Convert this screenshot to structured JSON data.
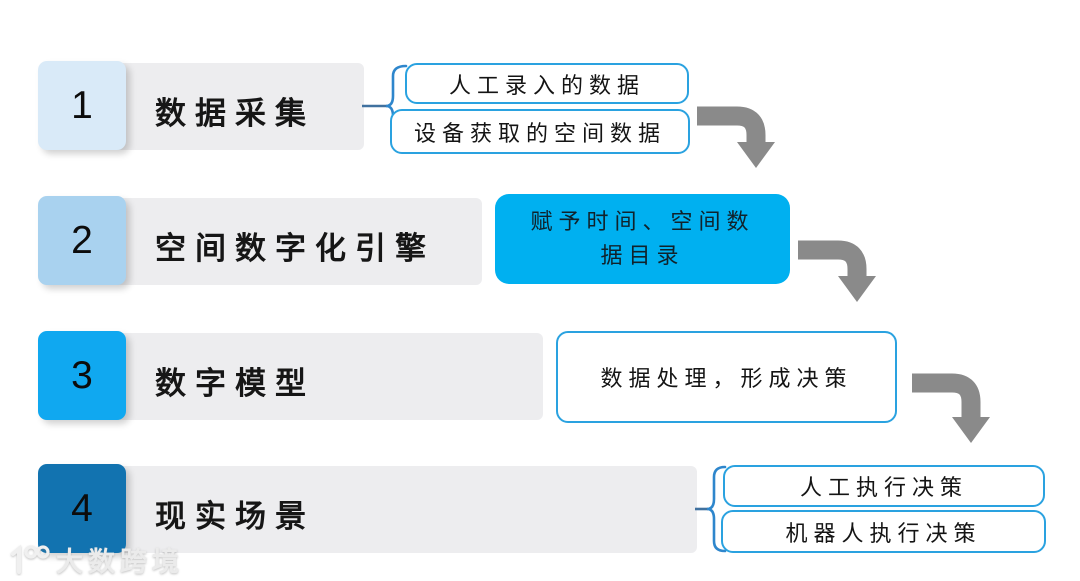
{
  "diagram_title": "spatial-digitization-process-flow",
  "colors": {
    "background": "#ffffff",
    "bar_bg": "#ededef",
    "callout_border": "#2aa2e0",
    "fill_box_bg": "#00b0f0",
    "arrow": "#8a8a8a",
    "connector_line": "#40719f",
    "connector_brace": "#2e86cc",
    "text": "#151515",
    "step_colors": [
      "#d9eaf8",
      "#a9d2ef",
      "#10a8f0",
      "#1273b0"
    ]
  },
  "steps": [
    {
      "number": "1",
      "title": "数据采集",
      "outputs": [
        "人工录入的数据",
        "设备获取的空间数据"
      ]
    },
    {
      "number": "2",
      "title": "空间数字化引擎",
      "outputs": [
        "赋予时间、空间数\n据目录"
      ]
    },
    {
      "number": "3",
      "title": "数字模型",
      "outputs": [
        "数据处理，形成决策"
      ]
    },
    {
      "number": "4",
      "title": "现实场景",
      "outputs": [
        "人工执行决策",
        "机器人执行决策"
      ]
    }
  ],
  "watermark": {
    "logo": "100-logo",
    "text": "大数跨境"
  }
}
